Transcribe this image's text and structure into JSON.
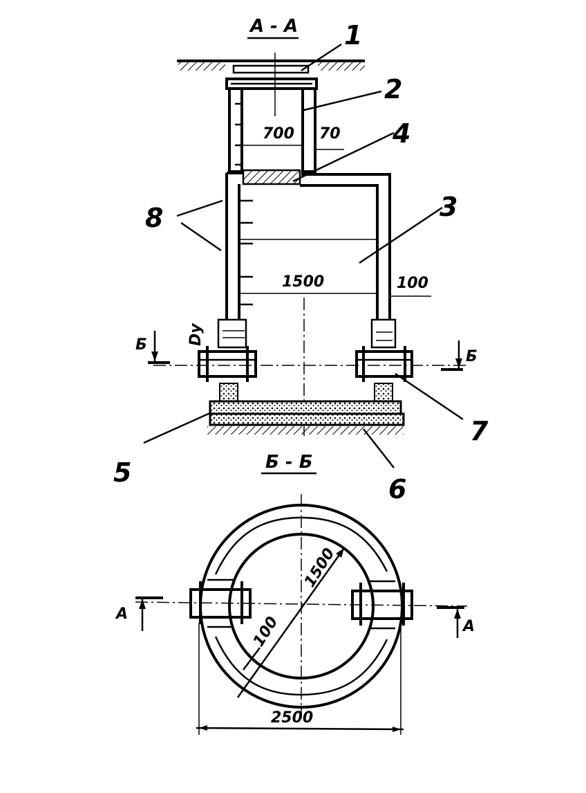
{
  "sections": {
    "section_aa": "А - А",
    "section_bb": "Б - Б"
  },
  "callouts": {
    "c1": "1",
    "c2": "2",
    "c3": "3",
    "c4": "4",
    "c5": "5",
    "c6": "6",
    "c7": "7",
    "c8": "8"
  },
  "dimensions": {
    "neck_width": "700",
    "neck_wall": "70",
    "chamber_width": "1500",
    "chamber_wall": "100",
    "pipe_diameter": "Dy",
    "plan_inner": "1500",
    "plan_wall": "100",
    "plan_outer": "2500"
  },
  "cut_marks": {
    "b_left": "Б",
    "b_right": "Б",
    "a_left": "А",
    "a_right": "А"
  }
}
